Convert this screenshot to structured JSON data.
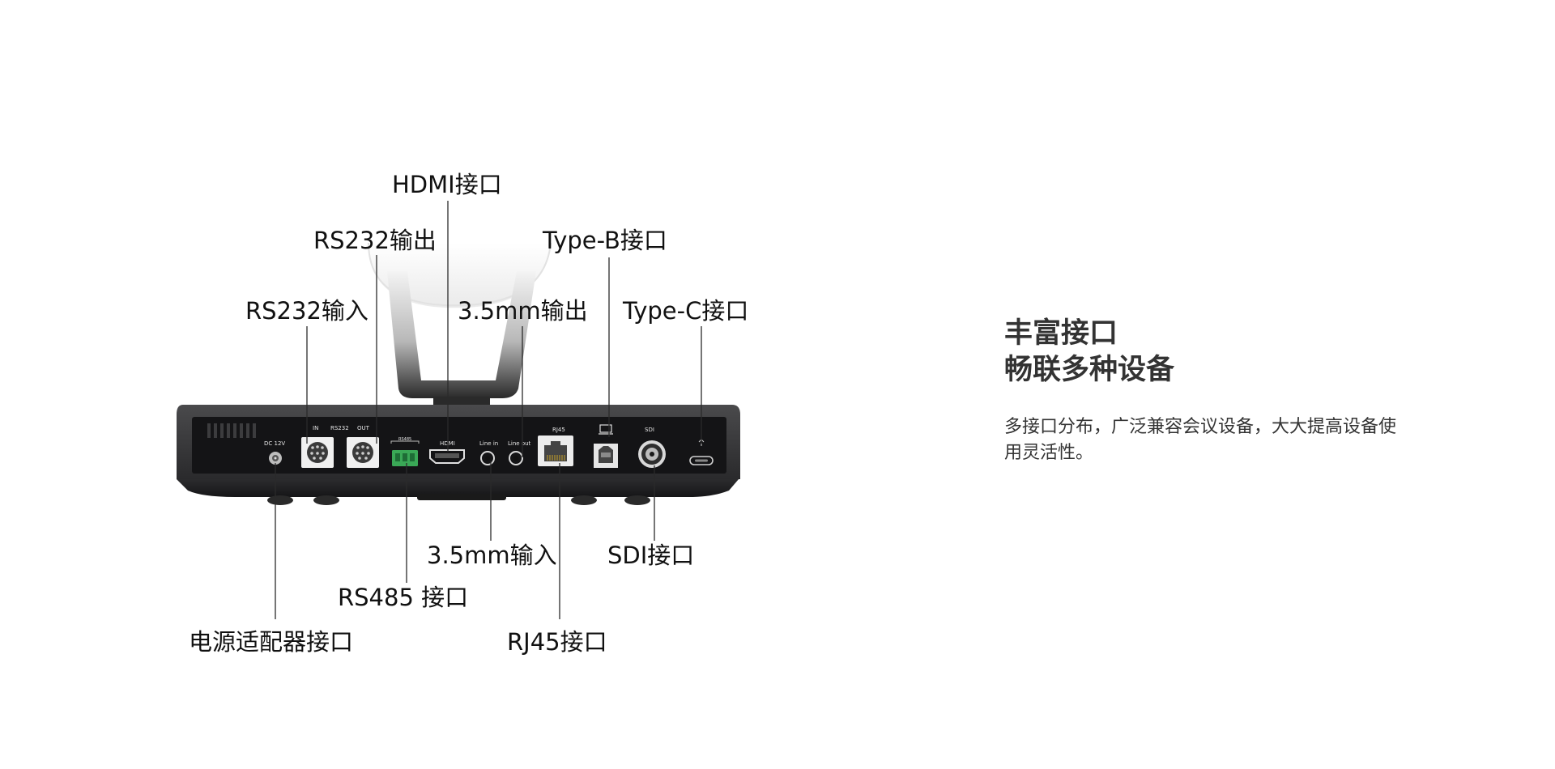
{
  "callouts": {
    "hdmi": "HDMI接口",
    "rs232_out": "RS232输出",
    "type_b": "Type-B接口",
    "rs232_in": "RS232输入",
    "audio_out": "3.5mm输出",
    "type_c": "Type-C接口",
    "audio_in": "3.5mm输入",
    "sdi": "SDI接口",
    "rs485": "RS485 接口",
    "power": "电源适配器接口",
    "rj45": "RJ45接口"
  },
  "panel_labels": {
    "dc": "DC 12V",
    "in": "IN",
    "rs232": "RS232",
    "out": "OUT",
    "rs485": "RS485",
    "hdmi": "HDMI",
    "line_in": "Line in",
    "line_out": "Line out",
    "rj45": "RJ45",
    "sdi": "SDI"
  },
  "feature": {
    "headline_line1": "丰富接口",
    "headline_line2": "畅联多种设备",
    "description": "多接口分布，广泛兼容会议设备，大大提高设备使用灵活性。"
  },
  "colors": {
    "device_body": "#1d1d1f",
    "device_frame": "#3a3a3c",
    "rs485_terminal": "#3aa856",
    "headline": "#333333"
  }
}
